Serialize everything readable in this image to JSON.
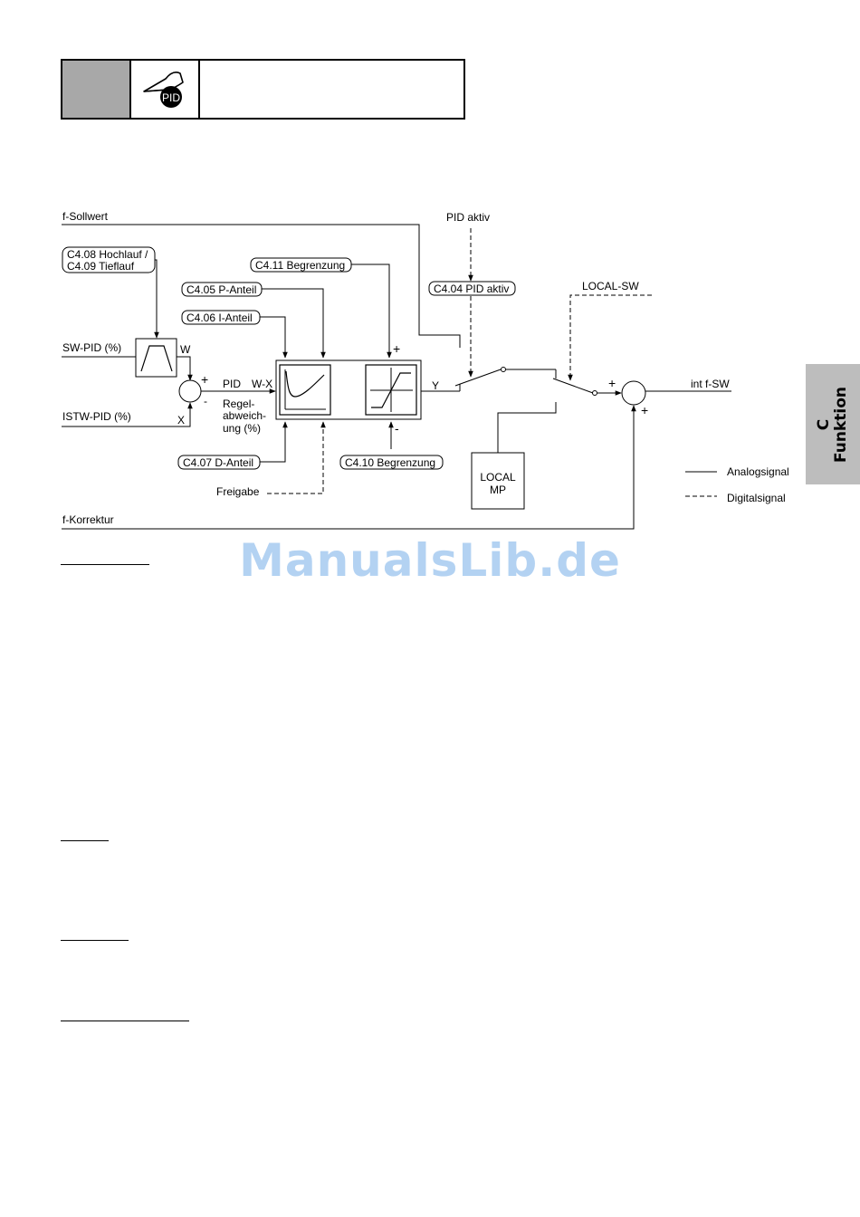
{
  "header": {
    "icon": "pid-controller-icon",
    "icon_label": "PID"
  },
  "side_tab": {
    "letter": "C",
    "label": "Funktion"
  },
  "watermark": "ManualsLib.de",
  "diagram": {
    "signals": {
      "f_sollwert": "f-Sollwert",
      "sw_pid": "SW-PID (%)",
      "istw_pid": "ISTW-PID (%)",
      "f_korrektur": "f-Korrektur",
      "freigabe": "Freigabe",
      "pid_aktiv": "PID aktiv",
      "local_sw": "LOCAL-SW",
      "int_f_sw": "int f-SW"
    },
    "params": {
      "c408": "C4.08 Hochlauf /",
      "c409": "C4.09 Tieflauf",
      "c405": "C4.05 P-Anteil",
      "c406": "C4.06 I-Anteil",
      "c407": "C4.07 D-Anteil",
      "c411": "C4.11 Begrenzung",
      "c410": "C4.10 Begrenzung",
      "c404": "C4.04 PID aktiv"
    },
    "labels": {
      "w": "W",
      "x": "X",
      "plus": "+",
      "minus": "-",
      "pid": "PID",
      "w_minus_x": "W-X",
      "regel1": "Regel-",
      "regel2": "abweich-",
      "regel3": "ung (%)",
      "y": "Y",
      "local_mp_1": "LOCAL",
      "local_mp_2": "MP"
    },
    "legend": {
      "analog": "Analogsignal",
      "digital": "Digitalsignal"
    }
  }
}
